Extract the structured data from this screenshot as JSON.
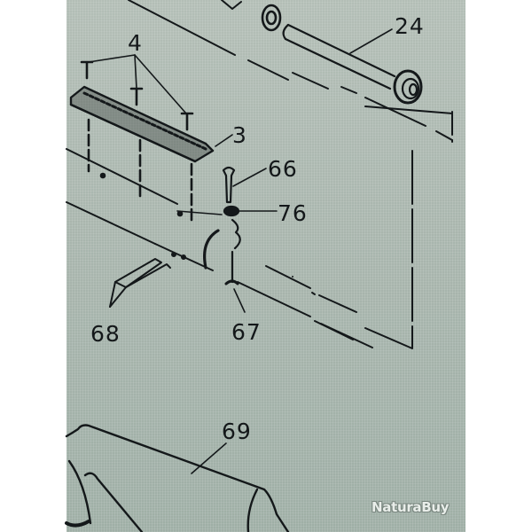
{
  "diagram": {
    "type": "exploded-parts-view",
    "background_color": "#a9b6ae",
    "line_color": "#14181a",
    "callouts": [
      {
        "id": "4",
        "label": "4",
        "part": "screws (x3)"
      },
      {
        "id": "3",
        "label": "3",
        "part": "rail"
      },
      {
        "id": "24",
        "label": "24",
        "part": "rod"
      },
      {
        "id": "66",
        "label": "66",
        "part": "pin"
      },
      {
        "id": "76",
        "label": "76",
        "part": "washer"
      },
      {
        "id": "67",
        "label": "67",
        "part": "nut"
      },
      {
        "id": "68",
        "label": "68",
        "part": "insert"
      },
      {
        "id": "69",
        "label": "69",
        "part": "stock"
      }
    ]
  },
  "watermark": {
    "text": "NaturaBuy"
  }
}
